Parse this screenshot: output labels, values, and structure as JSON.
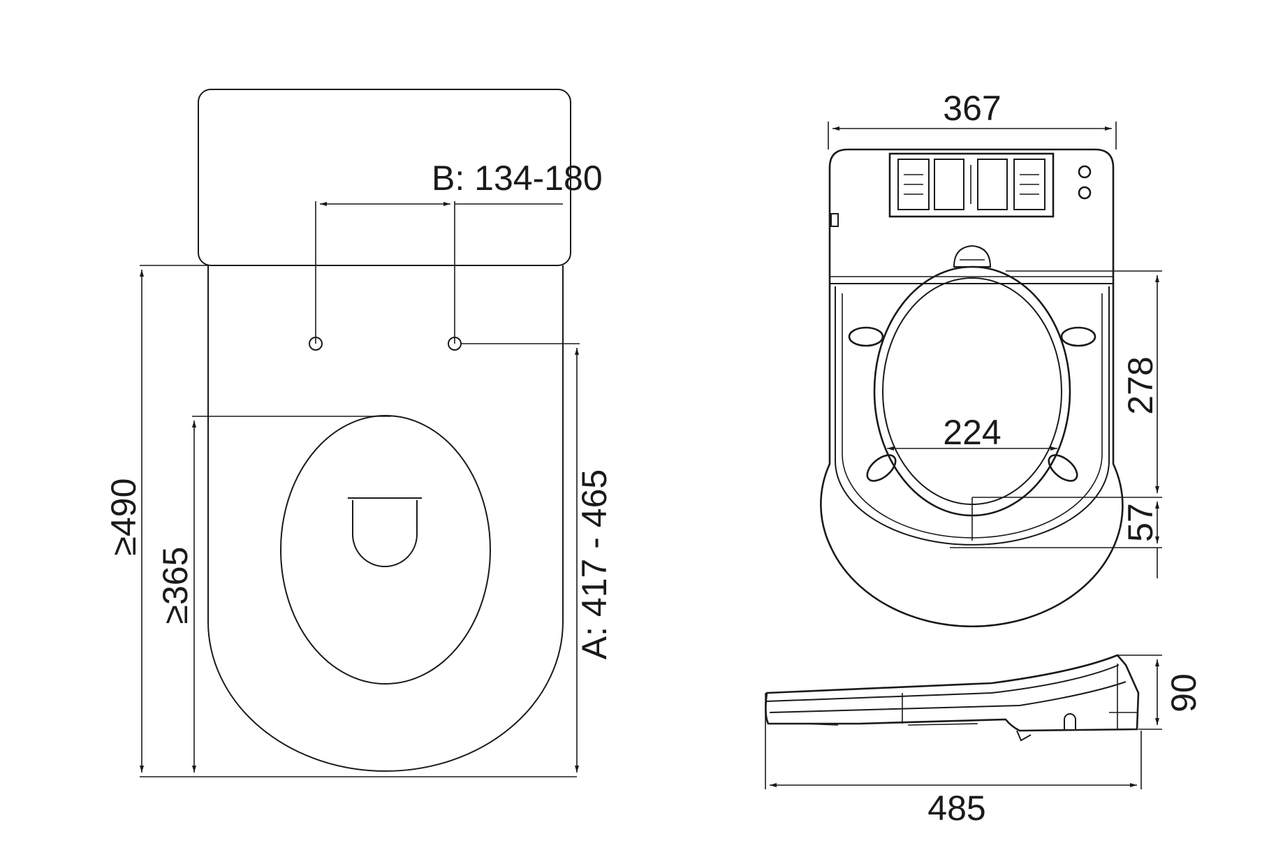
{
  "drawing": {
    "dimensions": {
      "b_range": "B: 134-180",
      "min_total": "≥490",
      "min_front": "≥365",
      "a_range": "A: 417 - 465",
      "width_total": "367",
      "length_278": "278",
      "span_224": "224",
      "length_57": "57",
      "height_90": "90",
      "length_485": "485"
    },
    "colors": {
      "line": "#1a1a1a",
      "background": "#ffffff"
    }
  }
}
